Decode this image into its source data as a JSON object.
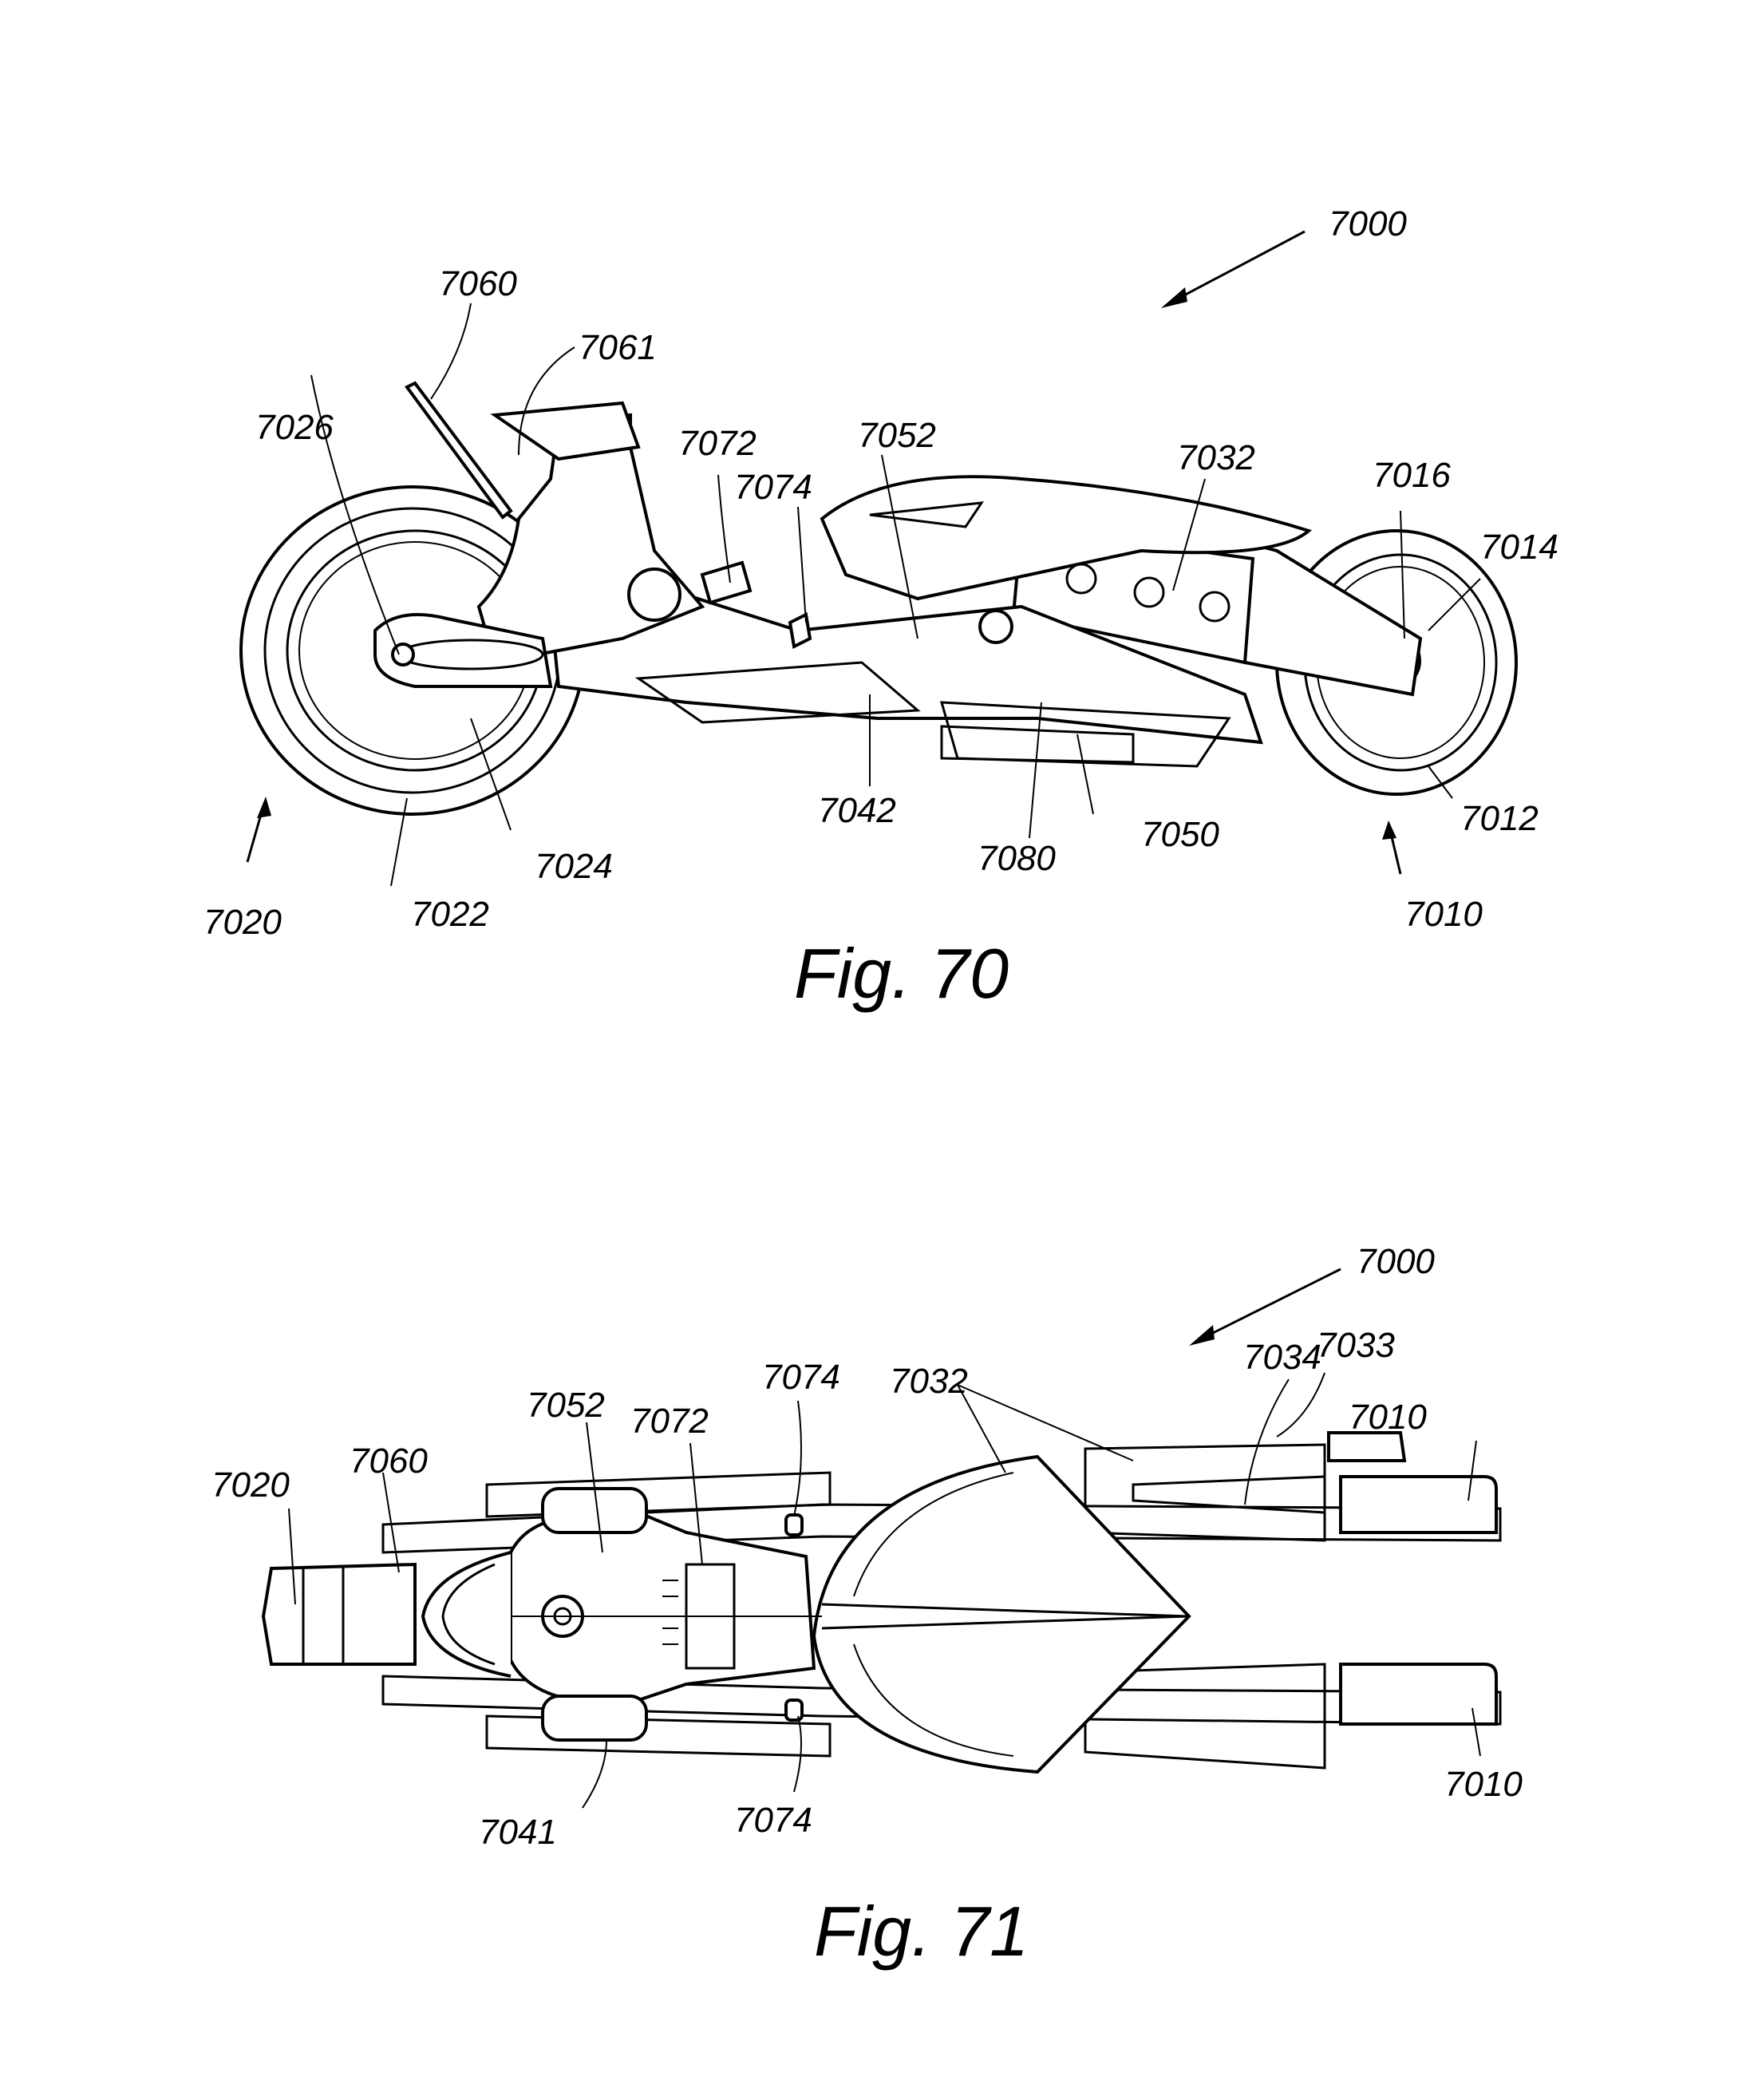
{
  "figures": [
    {
      "title": "Fig. 70",
      "view": "side view",
      "labels": [
        "7000",
        "7060",
        "7061",
        "7026",
        "7072",
        "7074",
        "7052",
        "7032",
        "7016",
        "7014",
        "7012",
        "7010",
        "7050",
        "7080",
        "7042",
        "7024",
        "7022",
        "7020"
      ]
    },
    {
      "title": "Fig. 71",
      "view": "top view",
      "labels": [
        "7000",
        "7020",
        "7060",
        "7052",
        "7072",
        "7074",
        "7032",
        "7034",
        "7033",
        "7010",
        "7010",
        "7041",
        "7074"
      ]
    }
  ]
}
